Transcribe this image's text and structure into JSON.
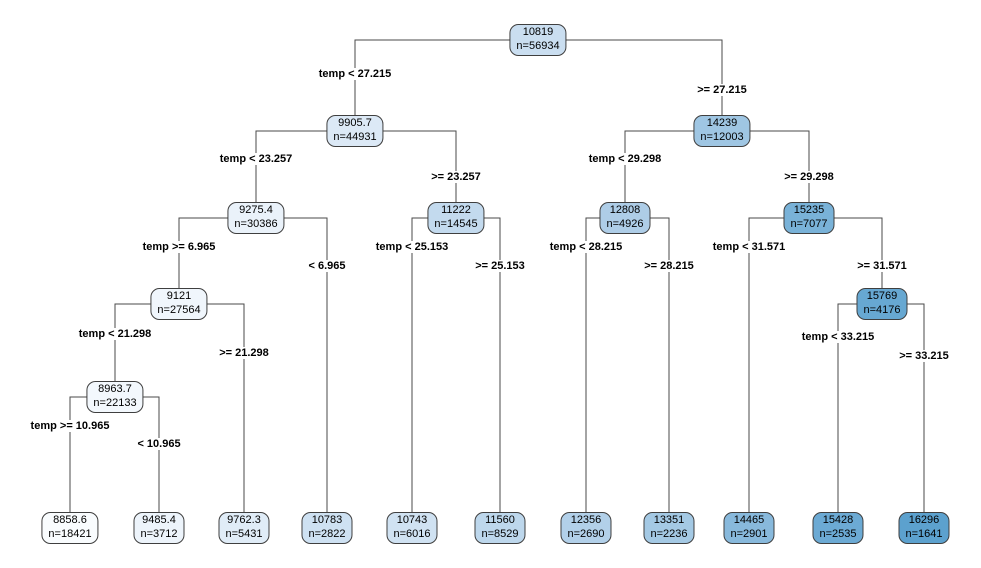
{
  "figure": {
    "kind": "regression-decision-tree",
    "split_variable": "temp",
    "colors": {
      "background": "#ffffff",
      "branch": "#4a4a4a",
      "node_border": "#3f3f3f",
      "node_text": "#000000",
      "fill_low": "#f9fcfe",
      "fill_high": "#5ca1ce"
    }
  },
  "tree": {
    "nodes": [
      {
        "id": "root",
        "value": "10819",
        "n": "n=56934",
        "fill": "#cadef0"
      },
      {
        "id": "L",
        "value": "9905.7",
        "n": "n=44931",
        "fill": "#dce9f6"
      },
      {
        "id": "R",
        "value": "14239",
        "n": "n=12003",
        "fill": "#9fc6e3"
      },
      {
        "id": "LL",
        "value": "9275.4",
        "n": "n=30386",
        "fill": "#eaf2fa"
      },
      {
        "id": "LR",
        "value": "11222",
        "n": "n=14545",
        "fill": "#c3daee"
      },
      {
        "id": "RL",
        "value": "12808",
        "n": "n=4926",
        "fill": "#aecde7"
      },
      {
        "id": "RR",
        "value": "15235",
        "n": "n=7077",
        "fill": "#79b2d8"
      },
      {
        "id": "LLL",
        "value": "9121",
        "n": "n=27564",
        "fill": "#f0f6fc"
      },
      {
        "id": "RRR",
        "value": "15769",
        "n": "n=4176",
        "fill": "#67a8d2"
      },
      {
        "id": "LLLL",
        "value": "8963.7",
        "n": "n=22133",
        "fill": "#f3f8fd"
      },
      {
        "id": "leaf1",
        "value": "8858.6",
        "n": "n=18421",
        "fill": "#f9fcfe"
      },
      {
        "id": "leaf2",
        "value": "9485.4",
        "n": "n=3712",
        "fill": "#edf4fb"
      },
      {
        "id": "leaf3",
        "value": "9762.3",
        "n": "n=5431",
        "fill": "#e0ecf7"
      },
      {
        "id": "leaf4",
        "value": "10783",
        "n": "n=2822",
        "fill": "#cee1f2"
      },
      {
        "id": "leaf5",
        "value": "10743",
        "n": "n=6016",
        "fill": "#d0e2f2"
      },
      {
        "id": "leaf6",
        "value": "11560",
        "n": "n=8529",
        "fill": "#bdd7ec"
      },
      {
        "id": "leaf7",
        "value": "12356",
        "n": "n=2690",
        "fill": "#b2d0e9"
      },
      {
        "id": "leaf8",
        "value": "13351",
        "n": "n=2236",
        "fill": "#a4c9e4"
      },
      {
        "id": "leaf9",
        "value": "14465",
        "n": "n=2901",
        "fill": "#88b9dc"
      },
      {
        "id": "leaf10",
        "value": "15428",
        "n": "n=2535",
        "fill": "#6caad4"
      },
      {
        "id": "leaf11",
        "value": "16296",
        "n": "n=1641",
        "fill": "#5ca1ce"
      }
    ],
    "edges": [
      {
        "parent": "10819",
        "child": "9905.7",
        "label": "temp < 27.215"
      },
      {
        "parent": "10819",
        "child": "14239",
        "label": ">= 27.215"
      },
      {
        "parent": "9905.7",
        "child": "9275.4",
        "label": "temp < 23.257"
      },
      {
        "parent": "9905.7",
        "child": "11222",
        "label": ">= 23.257"
      },
      {
        "parent": "14239",
        "child": "12808",
        "label": "temp < 29.298"
      },
      {
        "parent": "14239",
        "child": "15235",
        "label": ">= 29.298"
      },
      {
        "parent": "9275.4",
        "child": "9121",
        "label": "temp >= 6.965"
      },
      {
        "parent": "9275.4",
        "child": "10783",
        "label": "< 6.965"
      },
      {
        "parent": "11222",
        "child": "10743",
        "label": "temp < 25.153"
      },
      {
        "parent": "11222",
        "child": "11560",
        "label": ">= 25.153"
      },
      {
        "parent": "12808",
        "child": "12356",
        "label": "temp < 28.215"
      },
      {
        "parent": "12808",
        "child": "13351",
        "label": ">= 28.215"
      },
      {
        "parent": "15235",
        "child": "14465",
        "label": "temp < 31.571"
      },
      {
        "parent": "15235",
        "child": "15769",
        "label": ">= 31.571"
      },
      {
        "parent": "9121",
        "child": "8963.7",
        "label": "temp < 21.298"
      },
      {
        "parent": "9121",
        "child": "9762.3",
        "label": ">= 21.298"
      },
      {
        "parent": "15769",
        "child": "15428",
        "label": "temp < 33.215"
      },
      {
        "parent": "15769",
        "child": "16296",
        "label": ">= 33.215"
      },
      {
        "parent": "8963.7",
        "child": "8858.6",
        "label": "temp >= 10.965"
      },
      {
        "parent": "8963.7",
        "child": "9485.4",
        "label": "< 10.965"
      }
    ]
  }
}
